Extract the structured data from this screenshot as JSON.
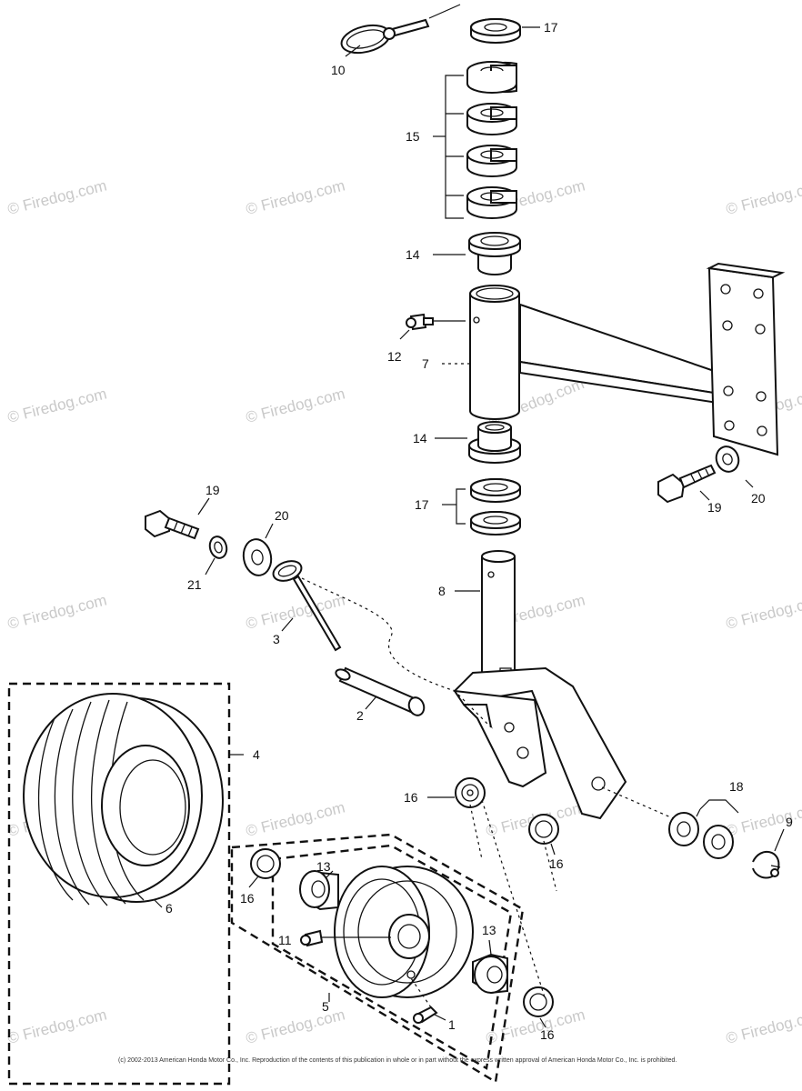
{
  "watermark": "© Firedog.com",
  "copyright": "(c) 2002-2013 American Honda Motor Co., Inc. Reproduction of the contents of this publication in whole or in part without the express written approval of American Honda Motor Co., Inc. is prohibited.",
  "callouts": {
    "c1": "1",
    "c2": "2",
    "c3": "3",
    "c4": "4",
    "c5": "5",
    "c6": "6",
    "c7": "7",
    "c8": "8",
    "c9": "9",
    "c10": "10",
    "c11": "11",
    "c12": "12",
    "c13a": "13",
    "c13b": "13",
    "c14a": "14",
    "c14b": "14",
    "c15": "15",
    "c16a": "16",
    "c16b": "16",
    "c16c": "16",
    "c16d": "16",
    "c17a": "17",
    "c17b": "17",
    "c18": "18",
    "c19a": "19",
    "c19b": "19",
    "c20a": "20",
    "c20b": "20",
    "c21": "21"
  }
}
